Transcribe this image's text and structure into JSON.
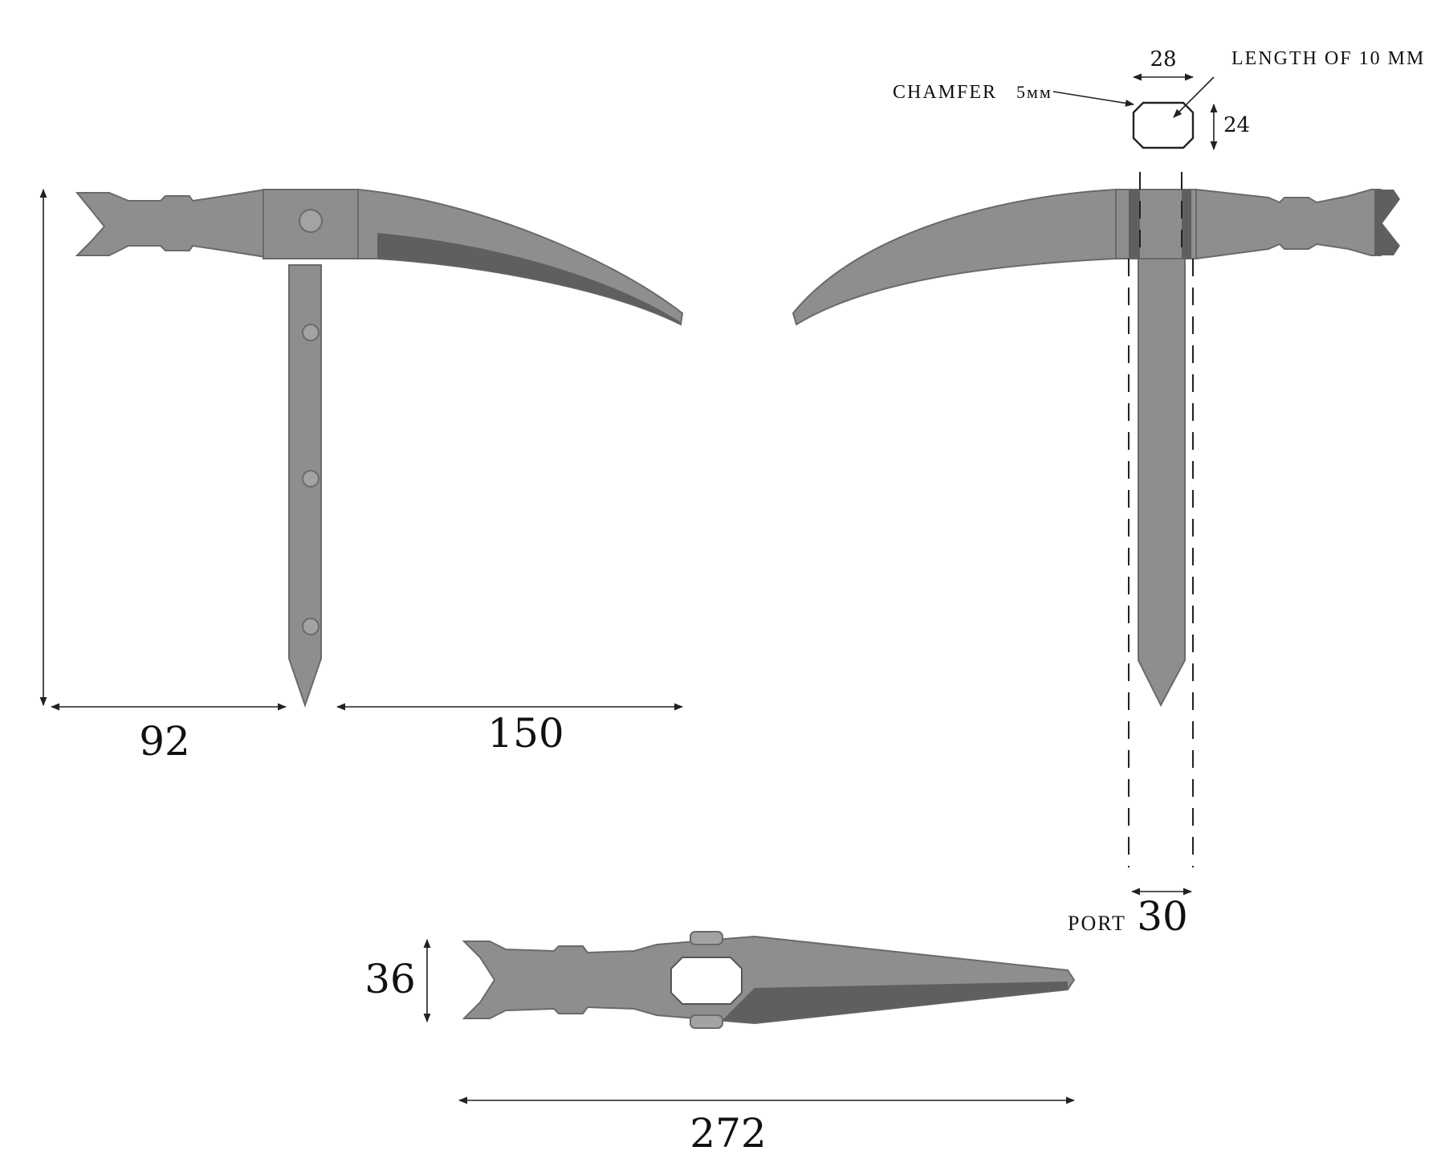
{
  "dimensions": {
    "front_left": "92",
    "front_right": "150",
    "port_value": "30",
    "port_label": "PORT",
    "top_height": "36",
    "top_length": "272",
    "section_width": "28",
    "section_height": "24"
  },
  "annotations": {
    "chamfer_label": "CHAMFER",
    "chamfer_value": "5мм",
    "length_label": "LENGTH OF 10 MM"
  }
}
